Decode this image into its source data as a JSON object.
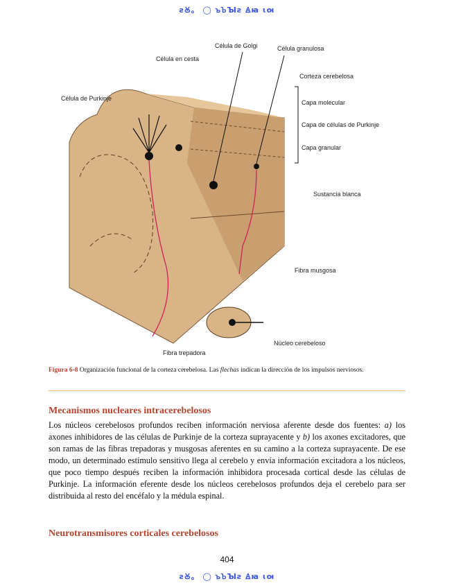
{
  "watermark": "ꙅꙊ。 ◯ ꙏꙎꙐꙅ Ꙙꙗ ꙇꙕ",
  "figure": {
    "labels": {
      "golgi": "Célula de Golgi",
      "granulosa": "Célula granulosa",
      "cesta": "Célula en cesta",
      "corteza": "Corteza cerebelosa",
      "purkinje": "Célula de Purkinje",
      "molecular": "Capa molecular",
      "capa_purkinje": "Capa de células de Purkinje",
      "granular": "Capa granular",
      "sustancia": "Sustancia blanca",
      "musgosa": "Fibra musgosa",
      "nucleo": "Núcleo cerebeloso",
      "trepadora": "Fibra trepadora"
    }
  },
  "caption": {
    "number": "Figura 6-8",
    "text_before": " Organización funcional de la corteza cerebelosa. Las ",
    "italic": "flechas",
    "text_after": " indican la dirección de los impulsos nerviosos."
  },
  "section1": {
    "title": "Mecanismos nucleares intracerebelosos",
    "p1": "Los núcleos cerebelosos profundos reciben información nerviosa aferente desde dos fuentes: ",
    "a": "a)",
    "p2": " los axones inhibidores de las células de Purkinje de la corteza suprayacente y ",
    "b": "b)",
    "p3": " los axones excitadores, que son ramas de las fibras trepadoras y musgosas aferentes en su camino a la corteza suprayacente. De ese modo, un determinado estímulo sensitivo llega al cerebelo y envía información excitadora a los núcleos, que poco tiempo después reciben la información inhibidora procesada cortical desde las células de Purkinje. La información eferente desde los núcleos cerebelosos profundos deja el cerebelo para ser distribuida al resto del encéfalo y la médula espinal."
  },
  "section2": {
    "title": "Neurotransmisores corticales cerebelosos"
  },
  "page_number": "404"
}
